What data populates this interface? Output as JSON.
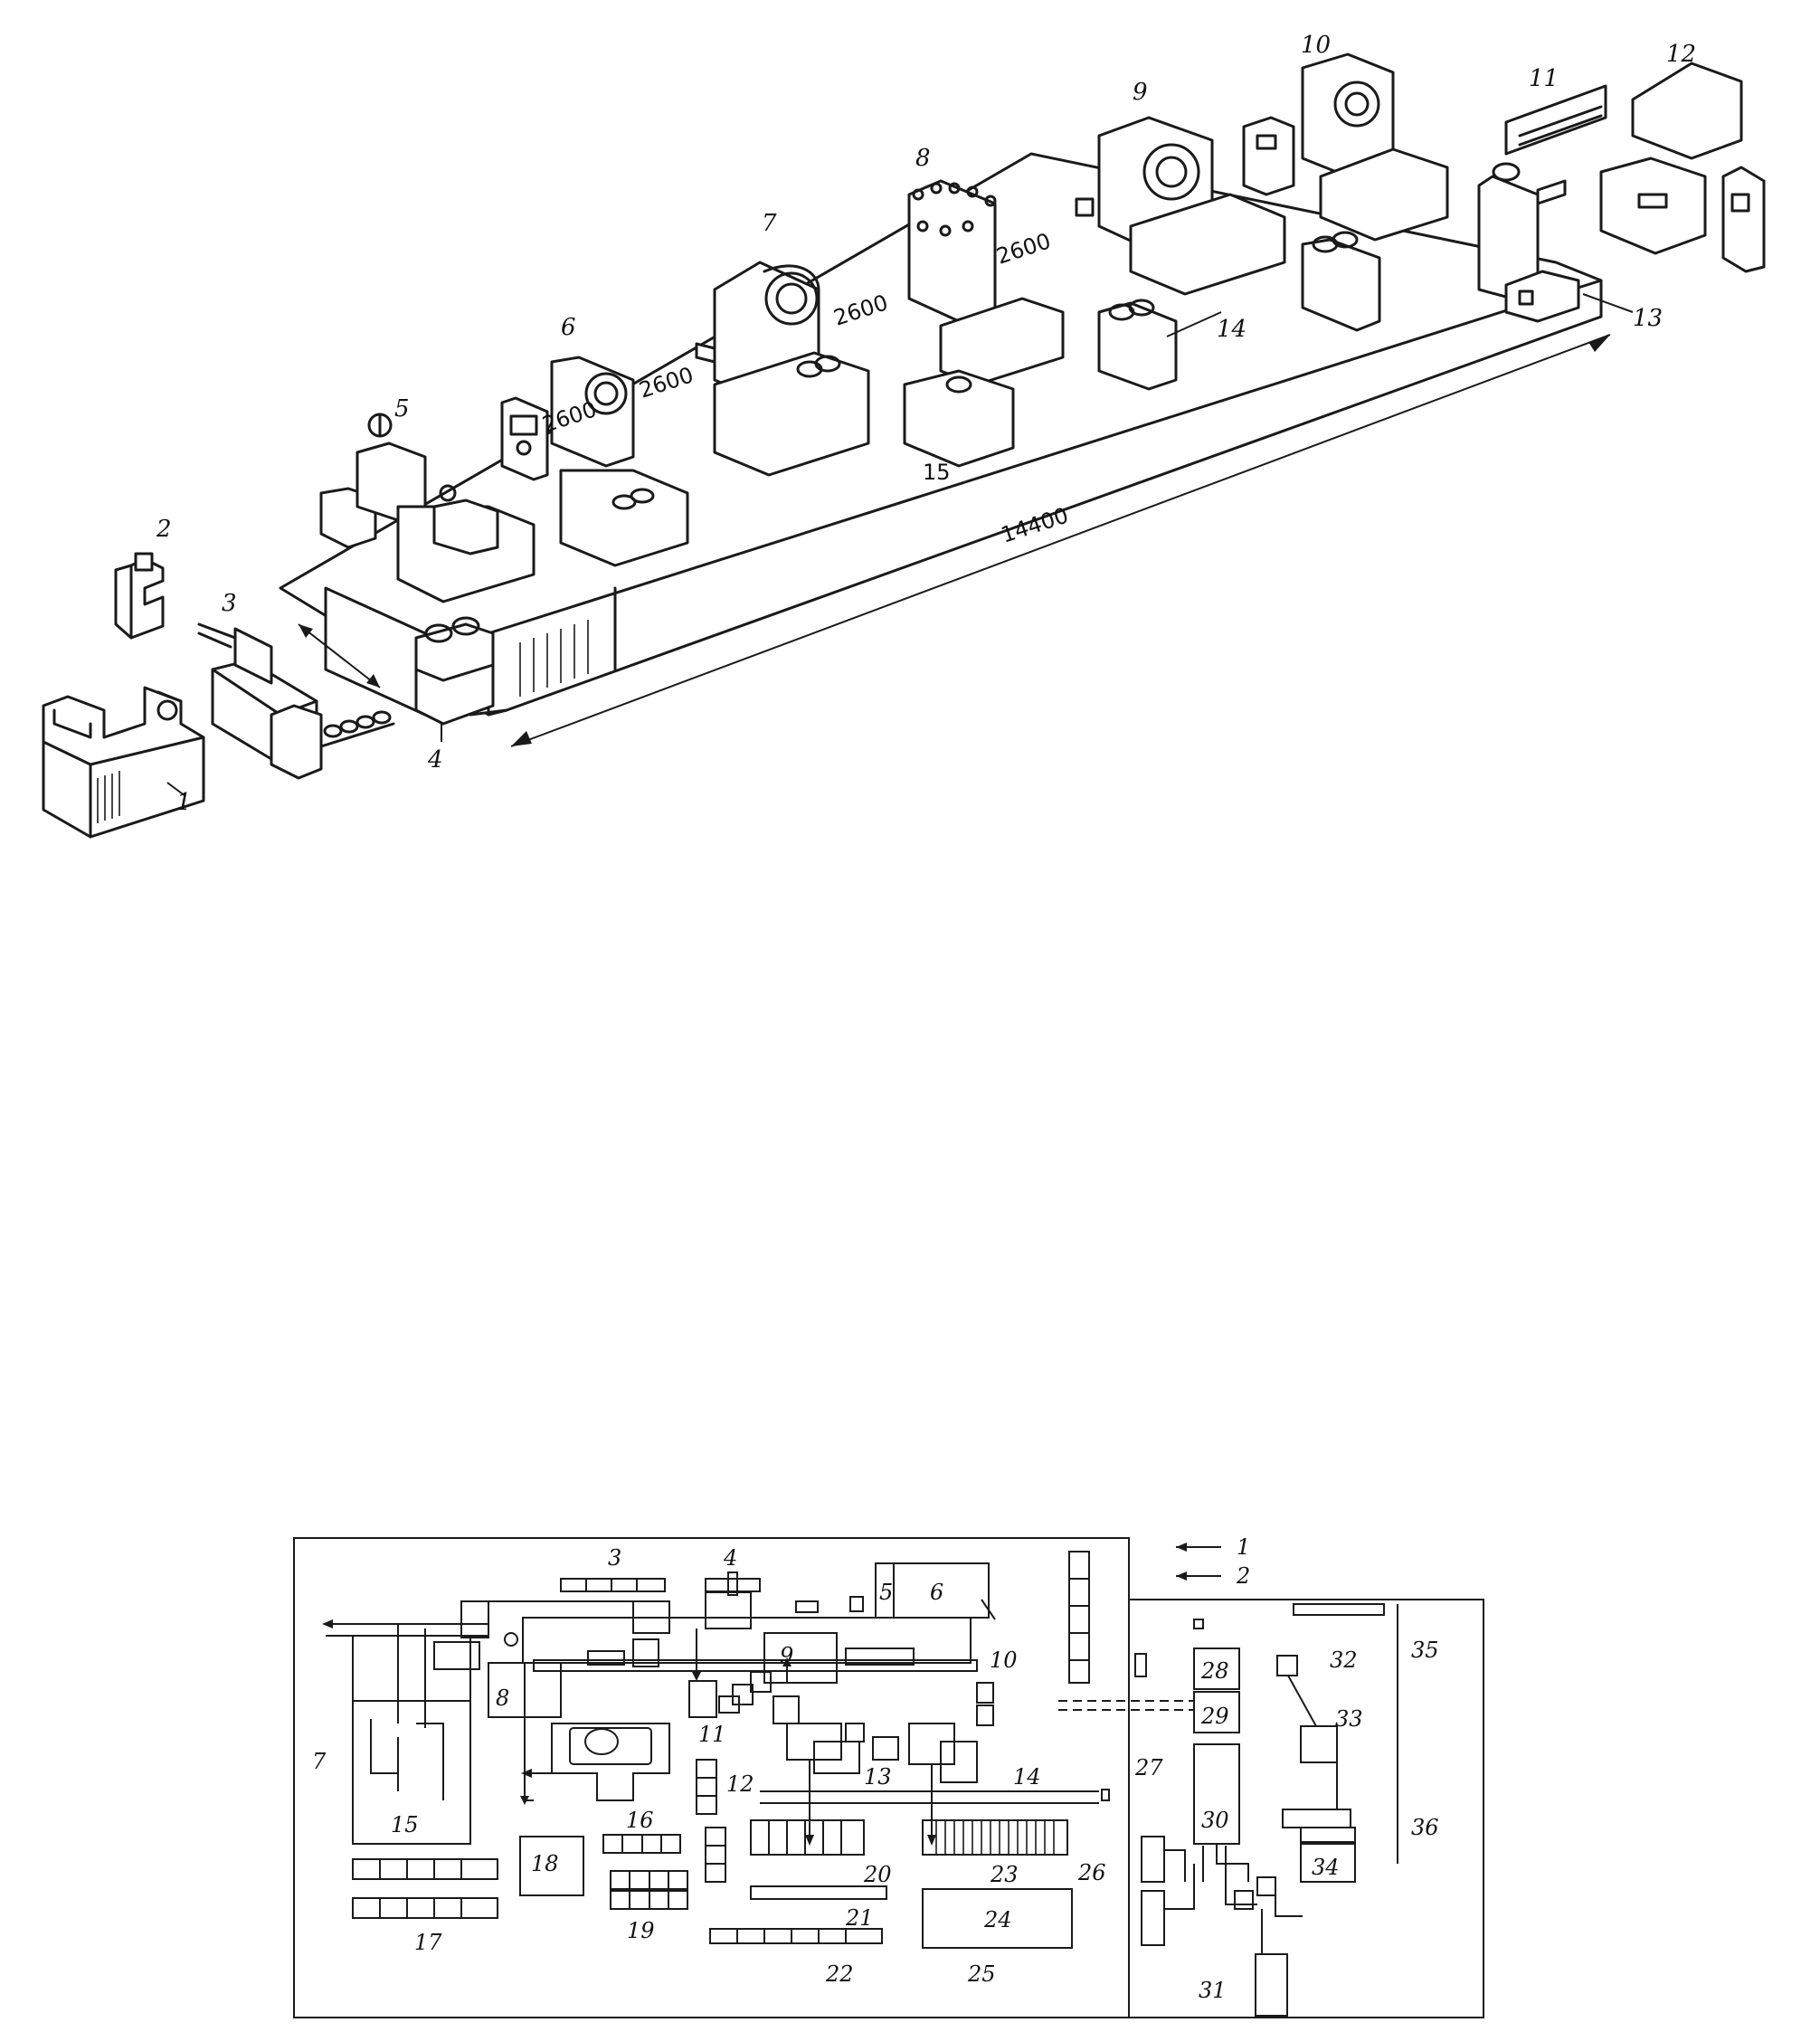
{
  "isometric": {
    "labels": [
      "1",
      "2",
      "3",
      "4",
      "5",
      "6",
      "7",
      "8",
      "9",
      "10",
      "11",
      "12",
      "13",
      "14",
      "15"
    ],
    "dimensions": {
      "d2600_a": "2600",
      "d2600_b": "2600",
      "d2600_c": "2600",
      "d2600_d": "2600",
      "d14400": "14400"
    }
  },
  "plan": {
    "labels": [
      "1",
      "2",
      "3",
      "4",
      "5",
      "6",
      "7",
      "8",
      "9",
      "10",
      "11",
      "12",
      "13",
      "14",
      "15",
      "16",
      "17",
      "18",
      "19",
      "20",
      "21",
      "22",
      "23",
      "24",
      "25",
      "26",
      "27",
      "28",
      "29",
      "30",
      "31",
      "32",
      "33",
      "34",
      "35",
      "36"
    ]
  }
}
